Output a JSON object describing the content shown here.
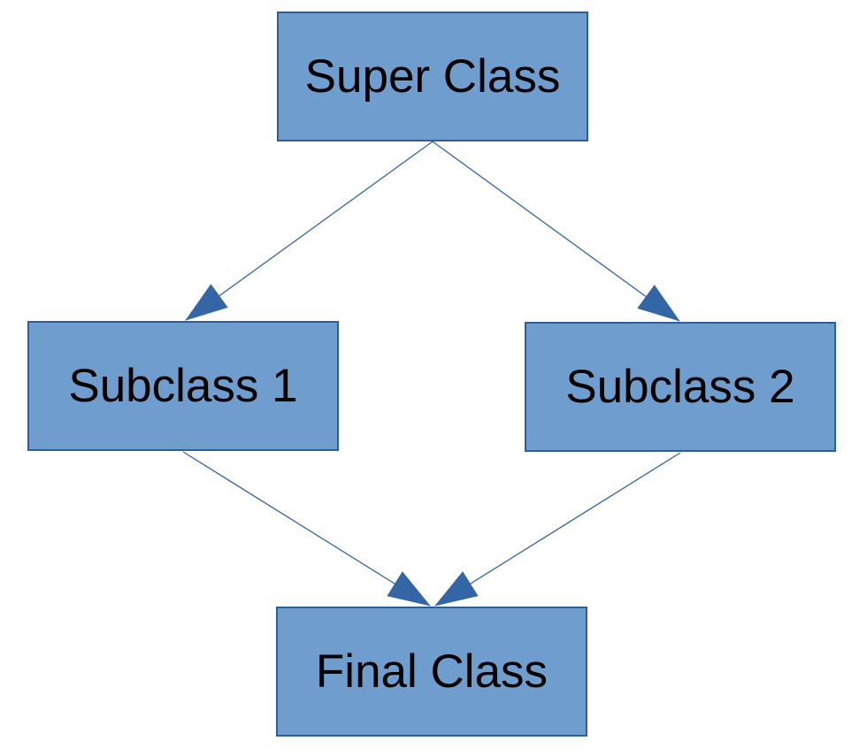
{
  "diagram": {
    "type": "class-inheritance-diamond",
    "nodes": [
      {
        "id": "super",
        "label": "Super Class"
      },
      {
        "id": "sub1",
        "label": "Subclass 1"
      },
      {
        "id": "sub2",
        "label": "Subclass 2"
      },
      {
        "id": "final",
        "label": "Final Class"
      }
    ],
    "edges": [
      {
        "from": "Super Class",
        "to": "Subclass 1",
        "style": "solid-line-filled-arrowhead"
      },
      {
        "from": "Super Class",
        "to": "Subclass 2",
        "style": "solid-line-filled-arrowhead"
      },
      {
        "from": "Subclass 1",
        "to": "Final Class",
        "style": "solid-line-filled-arrowhead"
      },
      {
        "from": "Subclass 2",
        "to": "Final Class",
        "style": "solid-line-filled-arrowhead"
      }
    ],
    "colors": {
      "node_fill": "#6f9dce",
      "node_border": "#2d5d9b",
      "connector": "#3465a4",
      "text": "#000000",
      "background": "#ffffff"
    }
  }
}
